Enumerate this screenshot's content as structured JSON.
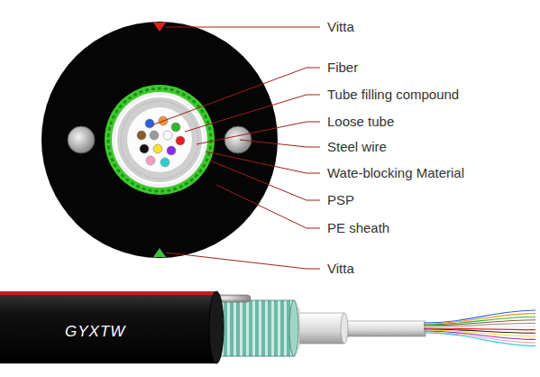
{
  "diagram": {
    "labels": [
      "Vitta",
      "Fiber",
      "Tube filling compound",
      "Loose tube",
      "Steel wire",
      "Wate-blocking Material",
      "PSP",
      "PE sheath",
      "Vitta",
      "GYXTW"
    ]
  }
}
